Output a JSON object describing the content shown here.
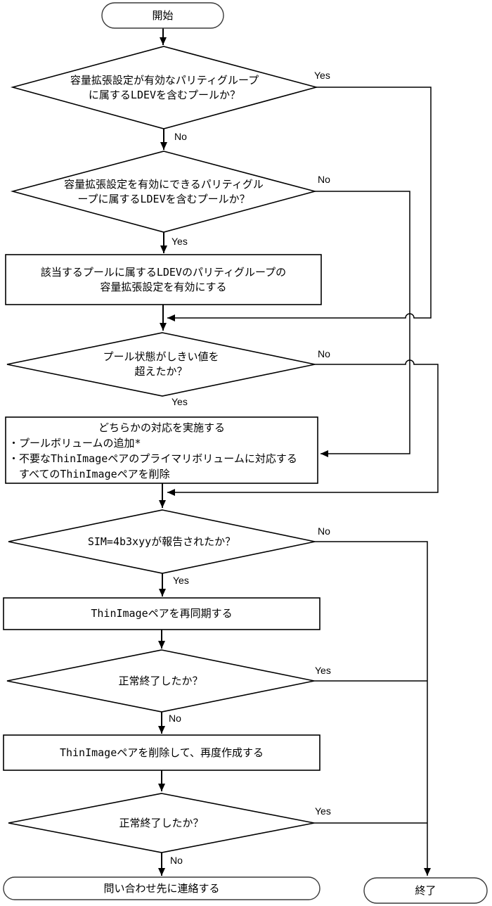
{
  "labels": {
    "yes": "Yes",
    "no": "No"
  },
  "nodes": {
    "start": {
      "label": "開始"
    },
    "q1": {
      "label": "容量拡張設定が有効なパリティグループ\nに属するLDEVを含むプールか？"
    },
    "q2": {
      "label": "容量拡張設定を有効にできるパリティグル\nープに属するLDEVを含むプールか？"
    },
    "p1": {
      "label": "該当するプールに属するLDEVのパリティグループの\n容量拡張設定を有効にする"
    },
    "q3": {
      "label": "プール状態がしきい値を\n超えたか？"
    },
    "p2": {
      "title": "どちらかの対応を実施する",
      "items": [
        "・プールボリュームの追加*",
        "・不要なThinImageペアのプライマリボリュームに対応する",
        "　すべてのThinImageペアを削除"
      ]
    },
    "q4": {
      "label": "SIM=4b3xyyが報告されたか？"
    },
    "p3": {
      "label": "ThinImageペアを再同期する"
    },
    "q5": {
      "label": "正常終了したか？"
    },
    "p4": {
      "label": "ThinImageペアを削除して、再度作成する"
    },
    "q6": {
      "label": "正常終了したか？"
    },
    "contact": {
      "label": "問い合わせ先に連絡する"
    },
    "end": {
      "label": "終了"
    }
  },
  "colors": {
    "line": "#000000",
    "node_fill": "#ffffff",
    "node_border": "#000000"
  }
}
